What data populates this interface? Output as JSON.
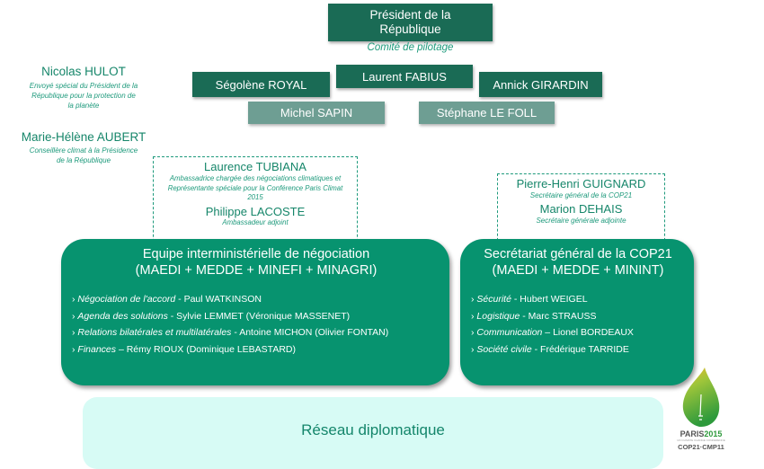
{
  "top": {
    "president": "Président de la République",
    "committee": "Comité de pilotage"
  },
  "ministers_row1": [
    {
      "name": "Ségolène ROYAL"
    },
    {
      "name": "Laurent FABIUS"
    },
    {
      "name": "Annick GIRARDIN"
    }
  ],
  "ministers_row2": [
    {
      "name": "Michel SAPIN"
    },
    {
      "name": "Stéphane LE FOLL"
    }
  ],
  "side": {
    "hulot": {
      "name": "Nicolas HULOT",
      "role": "Envoyé spécial du Président de la République pour la protection de la planète"
    },
    "aubert": {
      "name": "Marie-Hélène AUBERT",
      "role": "Conseillère climat à la Présidence de la République"
    }
  },
  "ambassadors": {
    "tubiana_name": "Laurence TUBIANA",
    "tubiana_role": "Ambassadrice chargée des négociations climatiques et Représentante spéciale pour la Conférence Paris Climat 2015",
    "lacoste_name": "Philippe LACOSTE",
    "lacoste_role": "Ambassadeur adjoint"
  },
  "secretariat_leads": {
    "guignard_name": "Pierre-Henri GUIGNARD",
    "guignard_role": "Secrétaire général de la COP21",
    "dehais_name": "Marion DEHAIS",
    "dehais_role": "Secrétaire générale adjointe"
  },
  "negotiation_team": {
    "title_line1": "Equipe interministérielle de négociation",
    "title_line2": "(MAEDI + MEDDE + MINEFI + MINAGRI)",
    "items": [
      {
        "topic": "Négociation de l'accord",
        "sep": " - ",
        "people": "Paul WATKINSON"
      },
      {
        "topic": "Agenda des solutions",
        "sep": " - ",
        "people": "Sylvie LEMMET (Véronique MASSENET)"
      },
      {
        "topic": "Relations bilatérales et multilatérales",
        "sep": " - ",
        "people": "Antoine MICHON (Olivier FONTAN)"
      },
      {
        "topic": "Finances",
        "sep": " – ",
        "people": "Rémy RIOUX (Dominique LEBASTARD)"
      }
    ]
  },
  "secretariat": {
    "title_line1": "Secrétariat général de la COP21",
    "title_line2": "(MAEDI + MEDDE + MININT)",
    "items": [
      {
        "topic": "Sécurité",
        "sep": " - ",
        "people": "Hubert WEIGEL"
      },
      {
        "topic": "Logistique",
        "sep": " - ",
        "people": "Marc STRAUSS"
      },
      {
        "topic": "Communication",
        "sep": " – ",
        "people": "Lionel BORDEAUX"
      },
      {
        "topic": "Société civile",
        "sep": " - ",
        "people": "Frédérique TARRIDE"
      }
    ]
  },
  "bottom": {
    "network": "Réseau diplomatique"
  },
  "logo": {
    "line1_a": "PARIS",
    "line1_b": "2015",
    "tagline": "UN CLIMATE CHANGE CONFERENCE",
    "line2": "COP21·CMP11"
  },
  "bullet": "›",
  "colors": {
    "dark_green": "#1a6b55",
    "grey_green": "#6e9e93",
    "bright_green": "#07936f",
    "teal_text": "#16866a",
    "light_aqua": "#d7fbf5"
  }
}
